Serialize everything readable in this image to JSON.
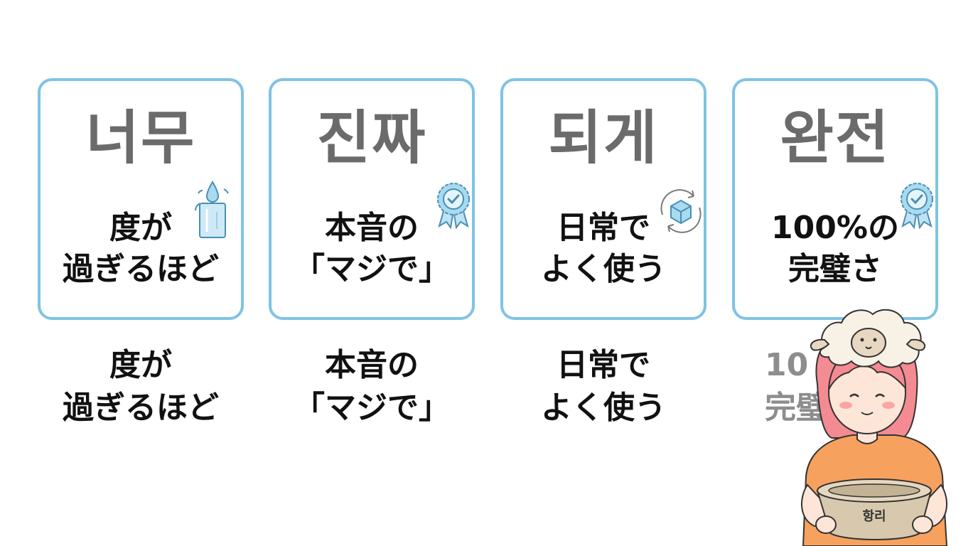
{
  "cards": [
    {
      "korean": "너무",
      "japanese_line1": "度が",
      "japanese_line2": "過ぎるほど",
      "icon": "droplet-glass-icon"
    },
    {
      "korean": "진짜",
      "japanese_line1": "本音の",
      "japanese_line2": "「マジで」",
      "icon": "rosette-badge-icon"
    },
    {
      "korean": "되게",
      "japanese_line1": "日常で",
      "japanese_line2": "よく使う",
      "icon": "cycle-cube-icon"
    },
    {
      "korean": "완전",
      "japanese_line1": "100%の",
      "japanese_line2": "完璧さ",
      "icon": "rosette-badge-icon"
    }
  ],
  "captions": [
    {
      "line1": "度が",
      "line2": "過ぎるほど"
    },
    {
      "line1": "本音の",
      "line2": "「マジで」"
    },
    {
      "line1": "日常で",
      "line2": "よく使う"
    },
    {
      "line1": "10",
      "line2": "完璧"
    }
  ],
  "mascot": {
    "bowl_label": "항리"
  },
  "colors": {
    "card_border": "#7fc3e3",
    "korean_text": "#6b6b6b",
    "japanese_text": "#111111",
    "icon_accent": "#8fcbe8",
    "shirt": "#f7a15e",
    "hair": "#f48b93"
  }
}
